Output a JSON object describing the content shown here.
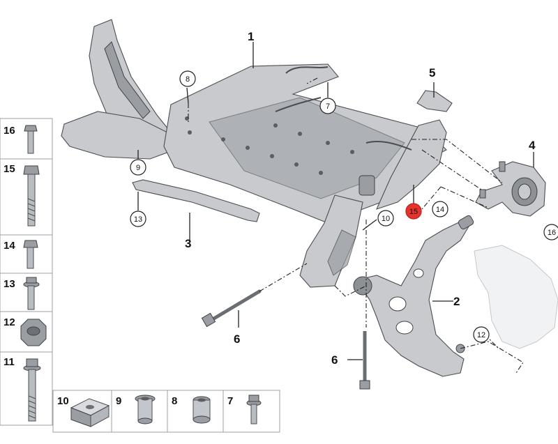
{
  "callouts": {
    "main": [
      {
        "id": "frame-subframe",
        "text": "1"
      },
      {
        "id": "control-arm",
        "text": "2"
      },
      {
        "id": "strut",
        "text": "3"
      },
      {
        "id": "rubber-mount",
        "text": "4"
      },
      {
        "id": "pad",
        "text": "5"
      },
      {
        "id": "bolt-rear",
        "text": "6"
      },
      {
        "id": "bolt-lower",
        "text": "6"
      }
    ],
    "circled": [
      {
        "id": "c8",
        "text": "8"
      },
      {
        "id": "c7",
        "text": "7"
      },
      {
        "id": "c9",
        "text": "9"
      },
      {
        "id": "c13",
        "text": "13"
      },
      {
        "id": "c10",
        "text": "10"
      },
      {
        "id": "c15",
        "text": "15",
        "highlight": true
      },
      {
        "id": "c14",
        "text": "14"
      },
      {
        "id": "c16",
        "text": "16"
      },
      {
        "id": "c12",
        "text": "12"
      }
    ]
  },
  "side_panel": [
    {
      "num": "16",
      "icon": "short-bolt-icon"
    },
    {
      "num": "15",
      "icon": "long-hex-bolt-icon"
    },
    {
      "num": "14",
      "icon": "small-bolt-icon"
    },
    {
      "num": "13",
      "icon": "flange-bolt-icon"
    },
    {
      "num": "12",
      "icon": "hex-nut-icon"
    },
    {
      "num": "11",
      "icon": "long-flange-bolt-icon"
    }
  ],
  "bottom_panel": [
    {
      "num": "10",
      "icon": "square-nut-icon"
    },
    {
      "num": "9",
      "icon": "bushing-sleeve-icon"
    },
    {
      "num": "8",
      "icon": "spacer-sleeve-icon"
    },
    {
      "num": "7",
      "icon": "flange-screw-icon"
    }
  ],
  "colors": {
    "highlight": "#e8322e",
    "line": "#222222",
    "part": "#c8cacd"
  }
}
